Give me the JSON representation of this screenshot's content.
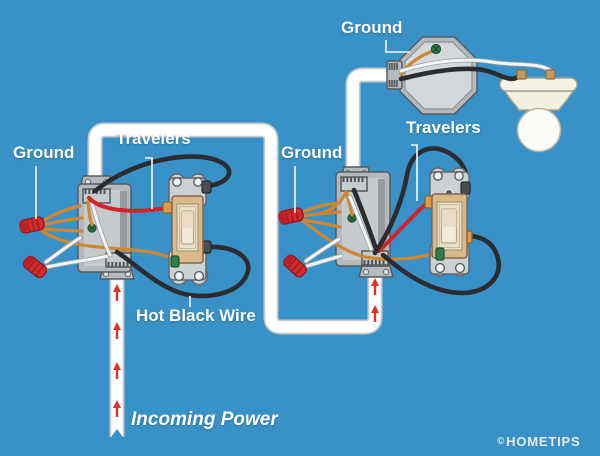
{
  "scene": {
    "description": "Three-way switch wiring diagram with two switch boxes, ceiling octagon box and light fixture"
  },
  "labels": {
    "ground_top": "Ground",
    "ground_left": "Ground",
    "ground_middle": "Ground",
    "travelers_left": "Travelers",
    "travelers_right": "Travelers",
    "hot_black_wire": "Hot Black Wire",
    "incoming_power": "Incoming Power"
  },
  "watermark": {
    "copyright_symbol": "©",
    "brand": "HOMETIPS"
  },
  "colors": {
    "bg": "#3992c7",
    "conduit": "#ffffff",
    "wire_red": "#d2222a",
    "wire_black": "#2b2b30",
    "wire_white": "#f5f5f3",
    "wire_copper": "#d0862f",
    "wire_nut_red": "#d42a2b",
    "ground_screw_green": "#2e7d4f",
    "arrow_red": "#e13427",
    "box_metal": "#b4b9bc",
    "label_text": "#ffffff"
  }
}
